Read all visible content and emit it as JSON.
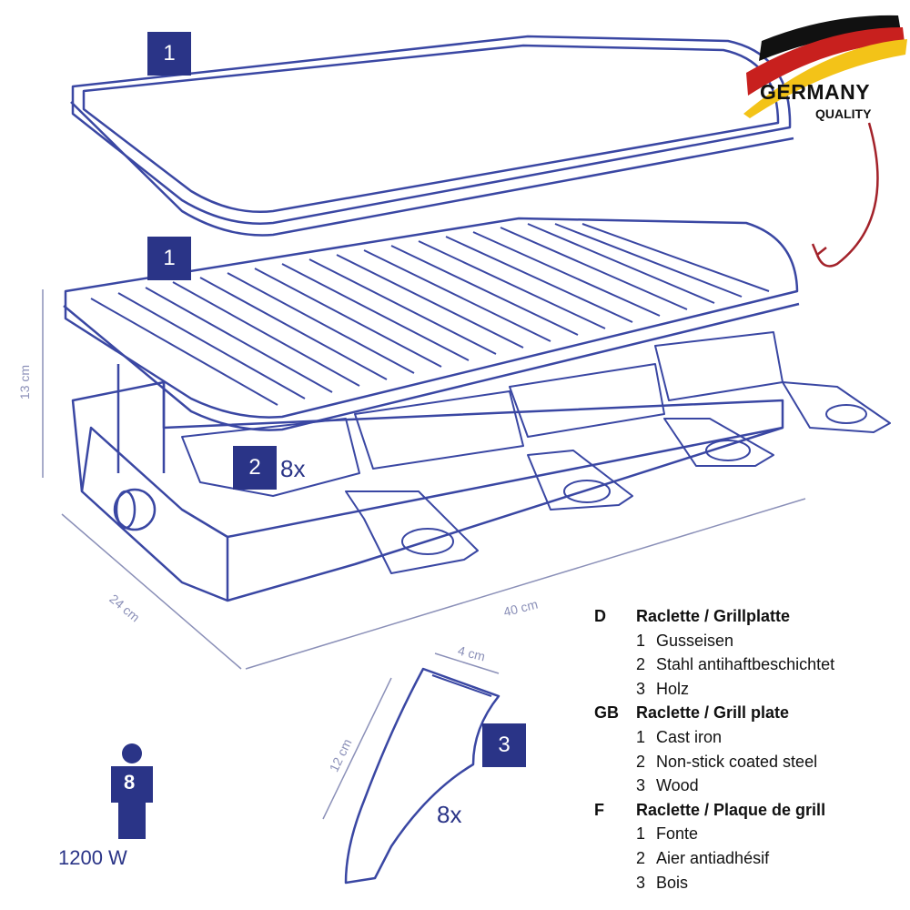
{
  "badges": {
    "lid": "1",
    "grill": "1",
    "pans": "2",
    "spatula": "3"
  },
  "pan_count": "8x",
  "spatula_count": "8x",
  "dimensions": {
    "height": "13 cm",
    "depth": "24 cm",
    "width": "40 cm",
    "spatula_width": "4 cm",
    "spatula_length": "12 cm"
  },
  "persons": "8",
  "power": "1200 W",
  "logo": {
    "line1": "GERMANY",
    "line2": "QUALITY",
    "flag_colors": [
      "#111111",
      "#c8201e",
      "#f3c318"
    ]
  },
  "colors": {
    "line": "#3a47a3",
    "accent": "#2a3487",
    "arrow": "#a3222a"
  },
  "legend": [
    {
      "code": "D",
      "title": "Raclette / Grillplatte",
      "items": [
        {
          "n": "1",
          "t": "Gusseisen"
        },
        {
          "n": "2",
          "t": "Stahl antihaftbeschichtet"
        },
        {
          "n": "3",
          "t": "Holz"
        }
      ]
    },
    {
      "code": "GB",
      "title": "Raclette / Grill plate",
      "items": [
        {
          "n": "1",
          "t": "Cast iron"
        },
        {
          "n": "2",
          "t": "Non-stick coated steel"
        },
        {
          "n": "3",
          "t": "Wood"
        }
      ]
    },
    {
      "code": "F",
      "title": "Raclette / Plaque de grill",
      "items": [
        {
          "n": "1",
          "t": "Fonte"
        },
        {
          "n": "2",
          "t": "Aier antiadhésif"
        },
        {
          "n": "3",
          "t": "Bois"
        }
      ]
    }
  ]
}
